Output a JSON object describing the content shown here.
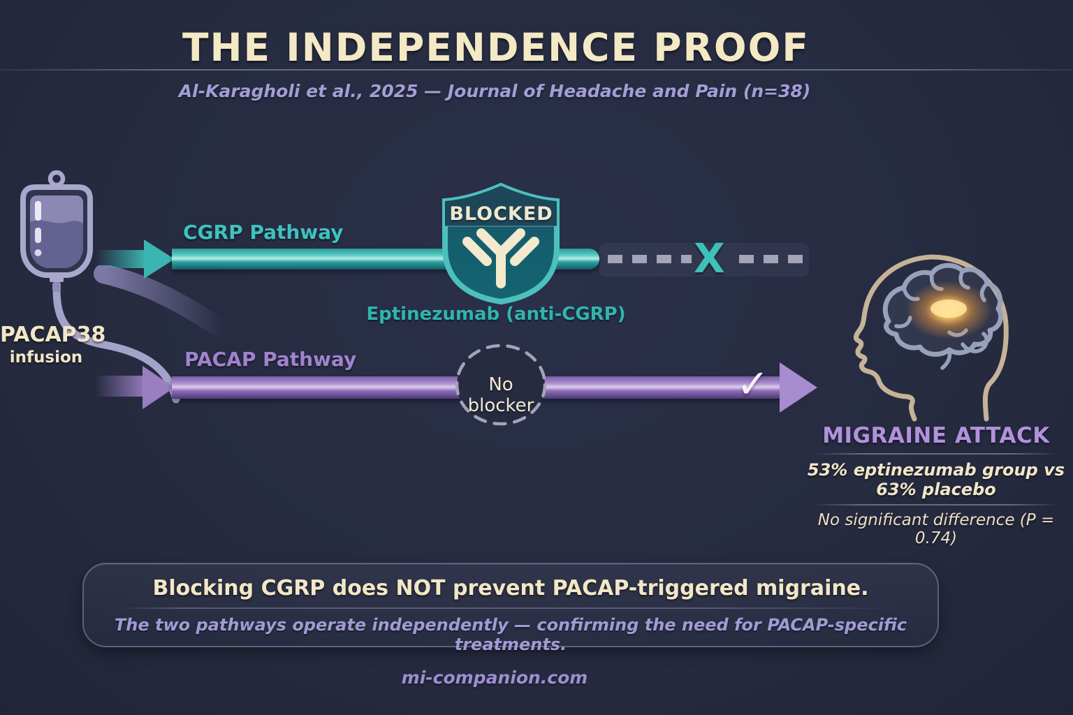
{
  "header": {
    "title": "THE INDEPENDENCE PROOF",
    "subtitle": "Al-Karagholi et al., 2025 — Journal of Headache and Pain (n=38)"
  },
  "infusion": {
    "line1": "PACAP38",
    "line2": "infusion",
    "icon": "iv-bag-icon"
  },
  "cgrp_pathway": {
    "label": "CGRP Pathway",
    "shield_title": "BLOCKED",
    "shield_icon": "antibody-icon",
    "blocker_caption": "Eptinezumab (anti-CGRP)",
    "blocked_mark": "X",
    "color": "#3fc2bf"
  },
  "pacap_pathway": {
    "label": "PACAP Pathway",
    "no_blocker_label": "No blocker",
    "check_mark": "✓",
    "color": "#9b7fc4"
  },
  "outcome": {
    "icon": "head-brain-icon",
    "title": "MIGRAINE ATTACK",
    "stat": "53% eptinezumab group vs 63% placebo",
    "significance": "No significant difference (P = 0.74)"
  },
  "conclusion": {
    "headline": "Blocking CGRP does NOT prevent PACAP-triggered migraine.",
    "subline": "The two pathways operate independently — confirming the need for PACAP-specific treatments."
  },
  "footer": {
    "site": "mi-companion.com"
  },
  "colors": {
    "background": "#262b40",
    "cream": "#f2e7c6",
    "teal": "#3fc2bf",
    "purple": "#9b7fc4",
    "lavender": "#a59dd6",
    "glow_orange": "#f5a94f"
  }
}
